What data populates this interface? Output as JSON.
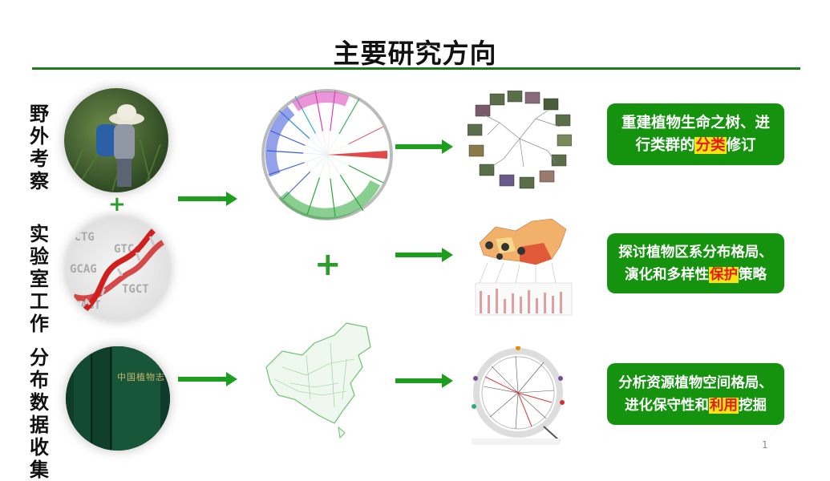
{
  "title": "主要研究方向",
  "left_labels": [
    {
      "chars": [
        "野",
        "外",
        "考",
        "察"
      ]
    },
    {
      "chars": [
        "实",
        "验",
        "室",
        "工",
        "作"
      ]
    },
    {
      "chars": [
        "分",
        "布",
        "数",
        "据",
        "收",
        "集"
      ]
    }
  ],
  "plus_sign": "+",
  "book_spine": "中国植物志",
  "boxes": [
    {
      "line1": "重建植物生命之树、进",
      "line2_pre": "行类群的",
      "line2_hl": "分类",
      "line2_post": "修订"
    },
    {
      "line1": "探讨植物区系分布格局、",
      "line2_pre": "演化和多样性",
      "line2_hl": "保护",
      "line2_post": "策略"
    },
    {
      "line1": "分析资源植物空间格局、",
      "line2_pre": "进化保守性和",
      "line2_hl": "利用",
      "line2_post": "挖掘"
    }
  ],
  "page_number": "1",
  "colors": {
    "accent_green": "#15930f",
    "rule_green": "#1a7d1a",
    "highlight_bg": "#f7e50f",
    "highlight_text": "#e31b1b"
  },
  "icons": {
    "field": "field-researcher-photo",
    "dna": "dna-helix-image",
    "books": "flora-books-image"
  }
}
